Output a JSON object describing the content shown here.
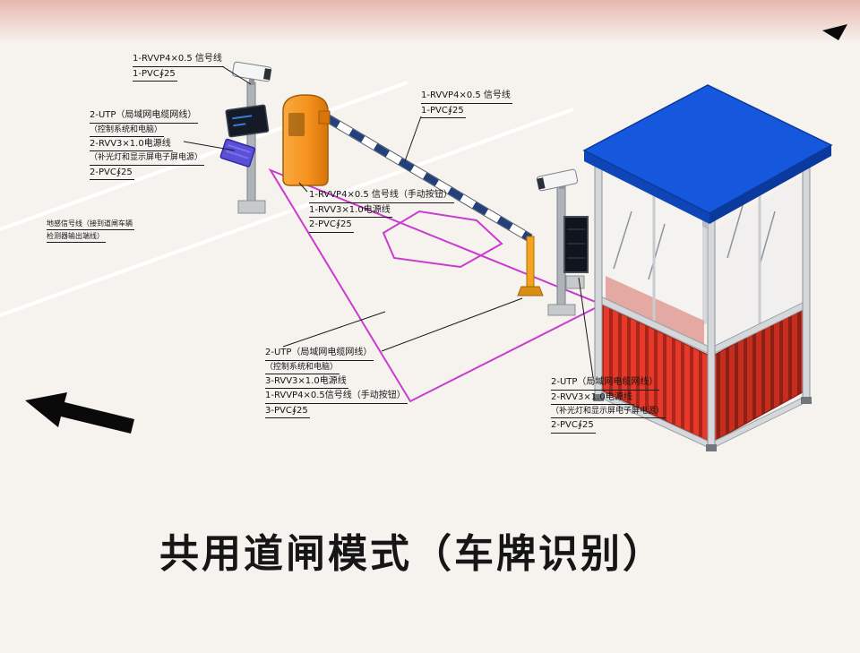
{
  "title": "共用道闸模式（车牌识别）",
  "labels": {
    "entry_camera": {
      "lines": [
        "1-RVVP4×0.5 信号线",
        "1-PVC∮25"
      ]
    },
    "entry_display": {
      "lines": [
        "2-UTP（局域网电缆网线）",
        "（控制系统和电脑）",
        "2-RVV3×1.0电源线",
        "（补光灯和显示屏电子屏电源）",
        "2-PVC∮25"
      ]
    },
    "ground_loop": {
      "lines": [
        "地感信号线（接到道闸车辆",
        "检测器输出端线）"
      ]
    },
    "barrier_control": {
      "lines": [
        "1-RVVP4×0.5 信号线（手动按钮）",
        "1-RVV3×1.0电源线",
        "2-PVC∮25"
      ]
    },
    "exit_camera": {
      "lines": [
        "1-RVVP4×0.5 信号线",
        "1-PVC∮25"
      ]
    },
    "exit_equipment": {
      "lines": [
        "2-UTP（局域网电缆网线）",
        "（控制系统和电脑）",
        "3-RVV3×1.0电源线",
        "1-RVVP4×0.5信号线（手动按钮）",
        "3-PVC∮25"
      ]
    },
    "booth_display": {
      "lines": [
        "2-UTP（局域网电缆网线）",
        "2-RVV3×1.0电源线",
        "（补光灯和显示屏电子屏电源）",
        "2-PVC∮25"
      ]
    }
  },
  "colors": {
    "booth_roof": "#1658dd",
    "booth_wall_front": "#e4392b",
    "booth_wall_side": "#c52d1f",
    "barrier_cabinet": "#f6921e",
    "barrier_arm_stripe": "#23407c",
    "zone_outline": "#c93ccf",
    "direction_arrow": "#0a0a0a"
  }
}
